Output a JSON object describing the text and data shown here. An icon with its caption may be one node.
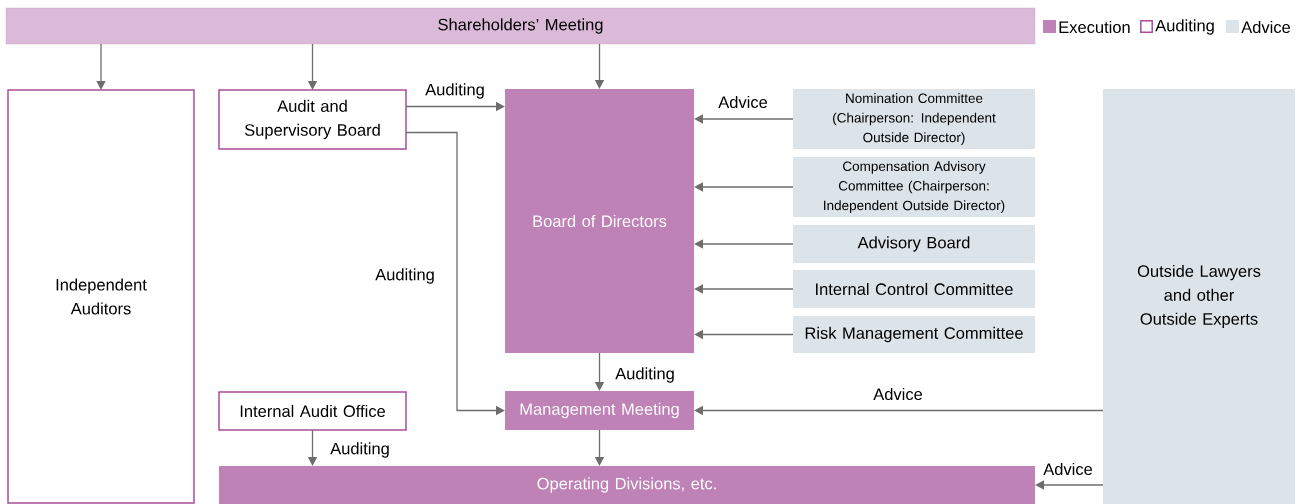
{
  "diagram": {
    "nodes": [
      {
        "text": [
          "Shareholders’ Meeting"
        ]
      },
      {
        "text": [
          "Independent Auditors"
        ]
      },
      {
        "text": [
          "Audit and Supervisory Board"
        ]
      },
      {
        "text": [
          "Board of Directors"
        ]
      },
      {
        "text": [
          "Nomination Committee (Chairperson: Independent Outside Director)"
        ]
      },
      {
        "text": [
          "Compensation Advisory Committee (Chairperson: Independent Outside Director)"
        ]
      },
      {
        "text": [
          "Advisory Board"
        ]
      },
      {
        "text": [
          "Internal Control Committee"
        ]
      },
      {
        "text": [
          "Risk Management Committee"
        ]
      },
      {
        "text": [
          "Outside Lawyers and other Outside Experts"
        ]
      },
      {
        "text": [
          "Internal Audit Office"
        ]
      },
      {
        "text": [
          "Management Meeting"
        ]
      },
      {
        "text": [
          "Operating Divisions, etc."
        ]
      }
    ],
    "edges": [
      {
        "from": 0,
        "to": 1,
        "arrow": "to"
      },
      {
        "from": 0,
        "to": 2,
        "arrow": "to"
      },
      {
        "from": 0,
        "to": 3,
        "arrow": "to"
      },
      {
        "from": 2,
        "to": 3,
        "arrow": "to",
        "label": "Auditing"
      },
      {
        "from": 4,
        "to": 3,
        "arrow": "to",
        "label": "Advice"
      },
      {
        "from": 5,
        "to": 3,
        "arrow": "to"
      },
      {
        "from": 6,
        "to": 3,
        "arrow": "to"
      },
      {
        "from": 7,
        "to": 3,
        "arrow": "to"
      },
      {
        "from": 8,
        "to": 3,
        "arrow": "to"
      },
      {
        "from": 2,
        "to": 11,
        "arrow": "to",
        "label": "Auditing"
      },
      {
        "from": 3,
        "to": 11,
        "arrow": "to",
        "label": "Auditing"
      },
      {
        "from": 9,
        "to": 11,
        "arrow": "to",
        "label": "Advice"
      },
      {
        "from": 10,
        "to": 12,
        "arrow": "to",
        "label": "Auditing"
      },
      {
        "from": 11,
        "to": 12,
        "arrow": "to"
      },
      {
        "from": 9,
        "to": 12,
        "arrow": "to",
        "label": "Advice"
      }
    ],
    "legend": [
      {
        "text": "Execution",
        "color": "#be82b6"
      },
      {
        "text": "Auditing"
      },
      {
        "text": "Advice",
        "color": "#dde4e9"
      }
    ]
  }
}
